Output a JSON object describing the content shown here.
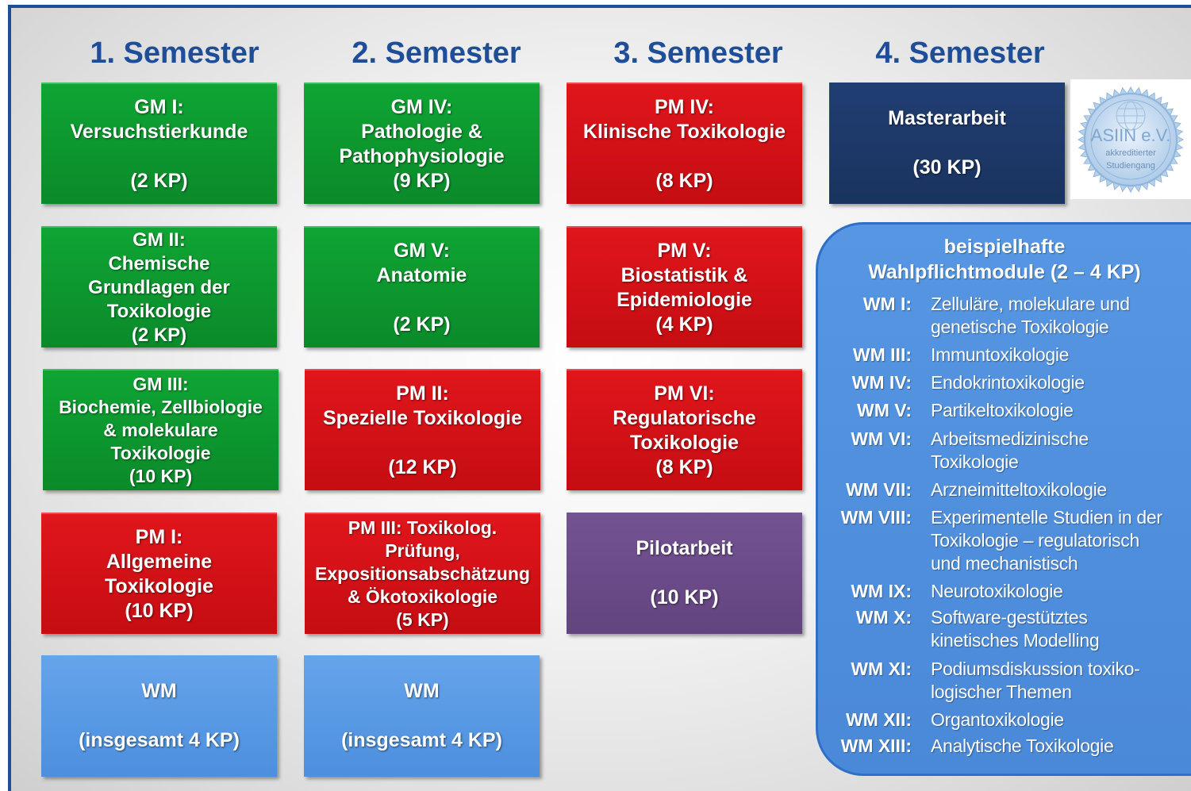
{
  "semesters": [
    {
      "title": "1. Semester"
    },
    {
      "title": "2. Semester"
    },
    {
      "title": "3. Semester"
    },
    {
      "title": "4. Semester"
    }
  ],
  "modules": {
    "gm1": {
      "code": "GM I:",
      "name": "Versuchstierkunde",
      "kp": "(2 KP)"
    },
    "gm2": {
      "code": "GM II:",
      "name": "Chemische\nGrundlagen der\nToxikologie",
      "kp": "(2 KP)"
    },
    "gm3": {
      "code": "GM III:",
      "name": "Biochemie, Zellbiologie\n& molekulare\nToxikologie",
      "kp": "(10 KP)"
    },
    "pm1": {
      "code": "PM I:",
      "name": "Allgemeine\nToxikologie",
      "kp": "(10 KP)"
    },
    "wm_s1": {
      "code": "WM",
      "kp": "(insgesamt 4 KP)"
    },
    "gm4": {
      "code": "GM IV:",
      "name": "Pathologie &\nPathophysiologie",
      "kp": "(9 KP)"
    },
    "gm5": {
      "code": "GM V:",
      "name": "Anatomie",
      "kp": "(2 KP)"
    },
    "pm2": {
      "code": "PM II:",
      "name": "Spezielle Toxikologie",
      "kp": "(12 KP)"
    },
    "pm3": {
      "code": "PM III: Toxikolog.",
      "name": "Prüfung,\nExpositionsabschätzung\n& Ökotoxikologie",
      "kp": "(5 KP)"
    },
    "wm_s2": {
      "code": "WM",
      "kp": "(insgesamt 4 KP)"
    },
    "pm4": {
      "code": "PM IV:",
      "name": "Klinische Toxikologie",
      "kp": "(8 KP)"
    },
    "pm5": {
      "code": "PM V:",
      "name": "Biostatistik &\nEpidemiologie",
      "kp": "(4 KP)"
    },
    "pm6": {
      "code": "PM VI:",
      "name": "Regulatorische\nToxikologie",
      "kp": "(8 KP)"
    },
    "pilot": {
      "name": "Pilotarbeit",
      "kp": "(10 KP)"
    },
    "master": {
      "name": "Masterarbeit",
      "kp": "(30 KP)"
    }
  },
  "seal": {
    "org": "ASIIN e.V.",
    "line1": "akkreditierter",
    "line2": "Studiengang"
  },
  "wahlpflicht": {
    "title": "beispielhafte\nWahlpflichtmodule (2 – 4 KP)",
    "items": [
      {
        "code": "WM I:",
        "name": "Zelluläre, molekulare und\ngenetische Toxikologie"
      },
      {
        "code": "WM III:",
        "name": "Immuntoxikologie"
      },
      {
        "code": "WM IV:",
        "name": "Endokrintoxikologie"
      },
      {
        "code": "WM V:",
        "name": "Partikeltoxikologie"
      },
      {
        "code": "WM VI:",
        "name": "Arbeitsmedizinische\nToxikologie"
      },
      {
        "code": "WM VII:",
        "name": "Arzneimitteltoxikologie"
      },
      {
        "code": "WM VIII:",
        "name": "Experimentelle Studien in der\nToxikologie – regulatorisch\nund mechanistisch"
      },
      {
        "code": "WM IX:",
        "name": "Neurotoxikologie"
      },
      {
        "code": "WM X:",
        "name": "Software-gestütztes\nkinetisches Modelling"
      },
      {
        "code": "WM XI:",
        "name": "Podiumsdiskussion toxiko-\nlogischer Themen"
      },
      {
        "code": "WM XII:",
        "name": "Organtoxikologie"
      },
      {
        "code": "WM XIII:",
        "name": "Analytische Toxikologie"
      }
    ]
  },
  "colors": {
    "grundmodul": "#0b9a2f",
    "pflichtmodul": "#d11016",
    "wahlmodul": "#5a9be6",
    "masterarbeit": "#1e3a6e",
    "pilotarbeit": "#6b4b89",
    "heading": "#1f4e99"
  }
}
